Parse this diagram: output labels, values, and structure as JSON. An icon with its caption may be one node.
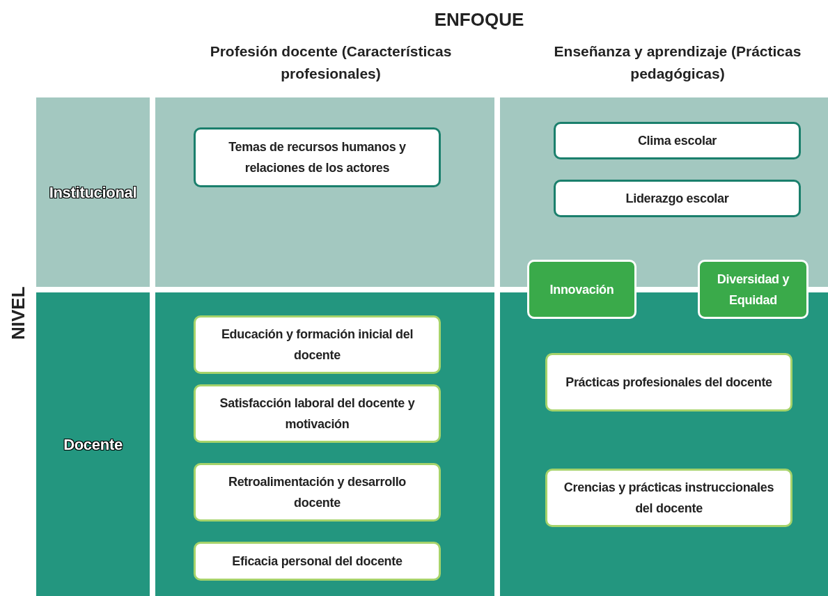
{
  "diagram": {
    "nodes": [
      {
        "text": [
          "Institucional"
        ]
      },
      {
        "text": [],
        "shape": "box"
      },
      {
        "text": [
          "Temas de recursos humanos y relaciones de los actores"
        ],
        "in": 1
      },
      {
        "text": [],
        "shape": "box"
      },
      {
        "text": [
          "Clima escolar"
        ],
        "in": 3
      },
      {
        "text": [
          "Liderazgo escolar"
        ],
        "in": 3
      },
      {
        "text": [
          "Innovación"
        ]
      },
      {
        "text": [
          "Diversidad y Equidad"
        ]
      },
      {
        "text": [
          "Docente"
        ]
      },
      {
        "text": [],
        "shape": "box"
      },
      {
        "text": [
          "Educación y formación inicial del docente"
        ],
        "in": 9
      },
      {
        "text": [
          "Satisfacción laboral del docente y motivación"
        ],
        "in": 9
      },
      {
        "text": [
          "Retroalimentación y desarrollo docente"
        ],
        "in": 9
      },
      {
        "text": [
          "Eficacia personal del docente"
        ],
        "in": 9
      },
      {
        "text": [],
        "shape": "box"
      },
      {
        "text": [
          "Prácticas profesionales del docente"
        ],
        "in": 14
      },
      {
        "text": [
          "Crencias y prácticas instruccionales del docente"
        ],
        "in": 14
      }
    ],
    "edges": [],
    "labels": [
      "ENFOQUE",
      "Profesión docente (Características profesionales)",
      "Enseñanza y aprendizaje (Prácticas pedagógicas)",
      "NIVEL"
    ]
  }
}
